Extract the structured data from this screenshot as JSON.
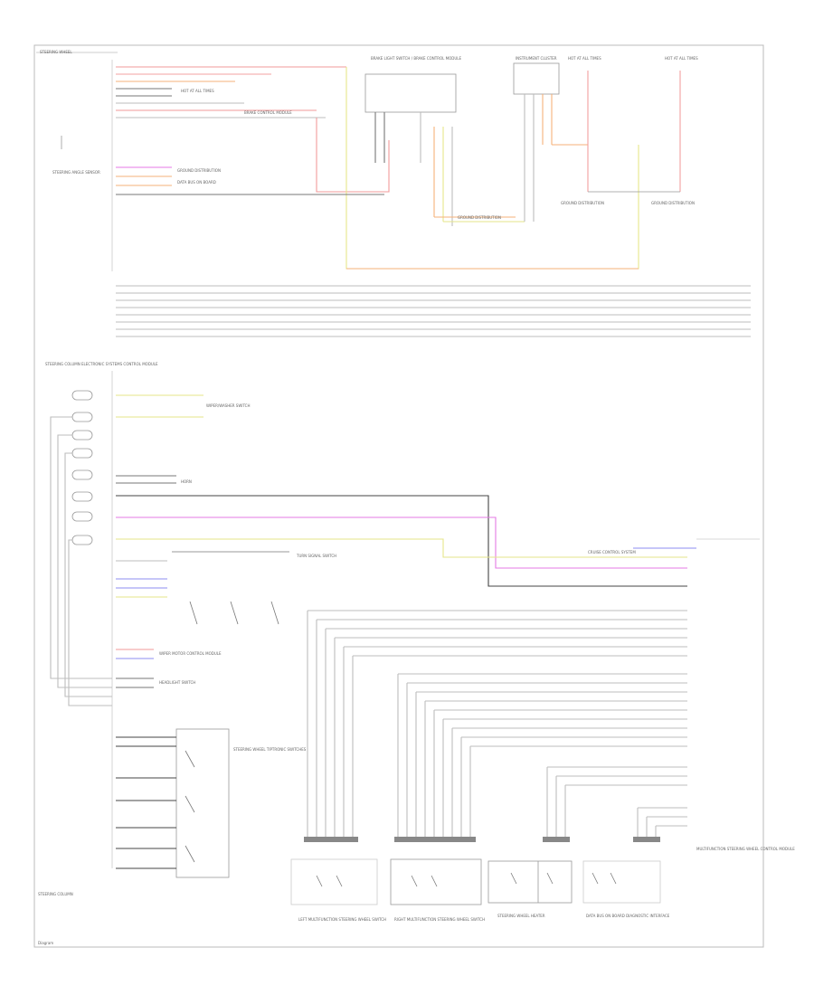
{
  "diagram": {
    "title_top": "STEERING WHEEL",
    "footer_left": "Diagram",
    "modules": {
      "steering_angle_sensor": "STEERING ANGLE SENSOR",
      "steering_column_module": "STEERING COLUMN ELECTRONIC SYSTEMS CONTROL MODULE",
      "brake_light_switch": "BRAKE LIGHT SWITCH / BRAKE CONTROL MODULE",
      "instrument_cluster": "INSTRUMENT CLUSTER",
      "hot_at_all_times_1": "HOT AT ALL TIMES",
      "hot_at_all_times_2": "HOT AT ALL TIMES",
      "ground_dist_1": "GROUND DISTRIBUTION",
      "ground_dist_2": "GROUND DISTRIBUTION",
      "ground_dist_3": "GROUND DISTRIBUTION",
      "turn_signal_switch": "TURN SIGNAL SWITCH",
      "wiper_switch": "WIPER/WASHER SWITCH",
      "headlight_switch": "HEADLIGHT SWITCH",
      "left_multifunction": "LEFT MULTIFUNCTION STEERING WHEEL SWITCH",
      "right_multifunction": "RIGHT MULTIFUNCTION STEERING WHEEL SWITCH",
      "steering_heater": "STEERING WHEEL HEATER",
      "steering_wheel_tiptronic": "STEERING WHEEL TIPTRONIC SWITCHES",
      "multifunction_module": "MULTIFUNCTION STEERING WHEEL CONTROL MODULE",
      "data_bus_on_board": "DATA BUS ON BOARD DIAGNOSTIC INTERFACE",
      "wiper_motor": "WIPER MOTOR CONTROL MODULE",
      "horn": "HORN",
      "cruise_control": "CRUISE CONTROL SYSTEM"
    }
  }
}
